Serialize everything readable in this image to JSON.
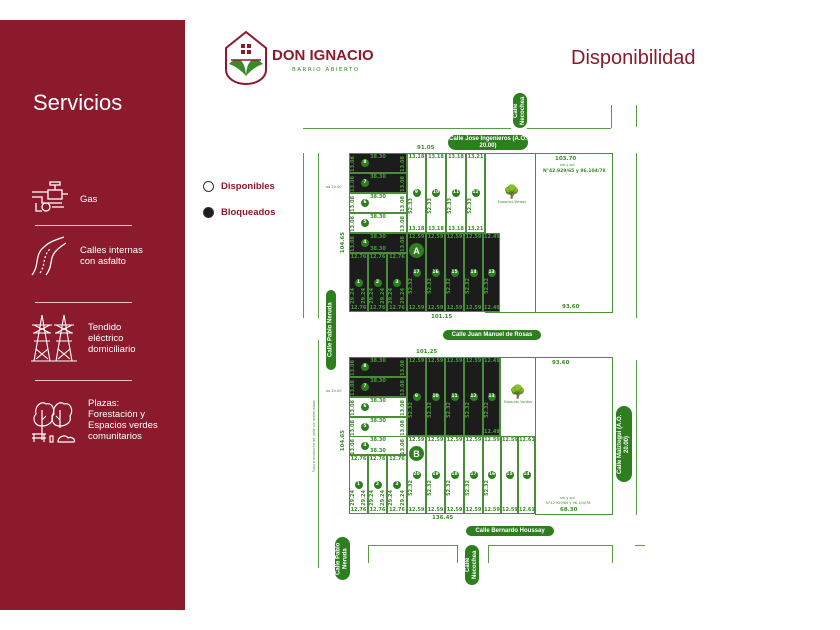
{
  "sidebar": {
    "title": "Servicios",
    "services": [
      {
        "icon": "gas-pipe-icon",
        "label": "Gas"
      },
      {
        "icon": "road-icon",
        "label": "Calles internas con asfalto"
      },
      {
        "icon": "power-tower-icon",
        "label": "Tendido eléctrico domiciliario"
      },
      {
        "icon": "trees-icon",
        "label": "Plazas: Forestación y Espacios verdes comunitarios"
      }
    ]
  },
  "brand": {
    "name": "DON IGNACIO",
    "subtitle": "BARRIO ABIERTO"
  },
  "header": {
    "title": "Disponibilidad"
  },
  "legend": {
    "available": "Disponibles",
    "blocked": "Bloqueados"
  },
  "colors": {
    "brand": "#8b1a2c",
    "green": "#2d7f1e",
    "blocked": "#1c1c1c"
  },
  "streets": {
    "jose_ingenieros": "Calle Jose Ingenieros (A.O. 20.00)",
    "necochea_top": "Calle Necochea",
    "pablo_neruda": "Calle Pablo Neruda",
    "juan_manuel_de_rosas": "Calle Juan Manuel de Rosas",
    "maiztegui": "Calle Maiztegui (A.O. 20.00)",
    "bernardo_houssay": "Calle Bernardo Houssay",
    "pablo_neruda_bottom": "Calle Pablo Neruda",
    "necochea_bottom": "Calle Necochea",
    "future_street": "Futura ensanche de calle sin materializar"
  },
  "blocks": {
    "A": {
      "letter": "A",
      "dims": {
        "top": "91.05",
        "bottom": "101.15",
        "left": "104.65",
        "parcel_top": "103.70",
        "parcel_sub": "sm y spl",
        "parcel_ref": "N°42.929/65 y 96.104/78",
        "parcel_bottom": "93.60",
        "ao": "ao 20.00"
      },
      "green_space": "Espacios Verdes",
      "lots": [
        {
          "n": "8",
          "status": "bloqueado",
          "top": "38.30",
          "side": "13.08"
        },
        {
          "n": "7",
          "status": "bloqueado",
          "top": "38.30",
          "side": "13.08"
        },
        {
          "n": "6",
          "status": "disponible",
          "top": "38.30",
          "side": "13.08"
        },
        {
          "n": "5",
          "status": "disponible",
          "top": "38.30",
          "side": "13.08"
        },
        {
          "n": "4",
          "status": "bloqueado",
          "top": "38.30",
          "bottom": "38.30",
          "side": "13.08"
        },
        {
          "n": "1",
          "status": "bloqueado",
          "top": "12.76",
          "bottom": "12.76",
          "side": "29.24"
        },
        {
          "n": "2",
          "status": "bloqueado",
          "top": "12.76",
          "bottom": "12.76",
          "side": "29.24"
        },
        {
          "n": "3",
          "status": "bloqueado",
          "top": "12.76",
          "bottom": "12.76",
          "side": "29.24"
        },
        {
          "n": "9",
          "status": "disponible",
          "top": "13.18",
          "bottom": "13.18",
          "side": "52.33"
        },
        {
          "n": "10",
          "status": "disponible",
          "top": "13.18",
          "bottom": "13.18",
          "side": "52.33"
        },
        {
          "n": "11",
          "status": "disponible",
          "top": "13.18",
          "bottom": "13.18",
          "side": "52.33"
        },
        {
          "n": "12",
          "status": "disponible",
          "top": "13.21",
          "bottom": "13.21",
          "side": "52.33"
        },
        {
          "n": "17",
          "status": "bloqueado",
          "top": "12.59",
          "bottom": "12.59",
          "side": "52.32"
        },
        {
          "n": "16",
          "status": "bloqueado",
          "top": "12.59",
          "bottom": "12.59",
          "side": "52.32"
        },
        {
          "n": "15",
          "status": "bloqueado",
          "top": "12.59",
          "bottom": "12.59",
          "side": "52.32"
        },
        {
          "n": "14",
          "status": "bloqueado",
          "top": "12.59",
          "bottom": "12.59",
          "side": "52.32"
        },
        {
          "n": "13",
          "status": "bloqueado",
          "top": "12.49",
          "bottom": "12.49",
          "side": "52.32"
        }
      ]
    },
    "B": {
      "letter": "B",
      "dims": {
        "top": "101.25",
        "bottom": "136.45",
        "left": "104.65",
        "parcel_top": "93.60",
        "parcel_sub": "sm y spl",
        "parcel_ref": "N°42.929/65 y 96.104/78",
        "parcel_bottom": "68.30",
        "ao": "ao 20.00"
      },
      "green_space": "Espacios Verdes",
      "lots": [
        {
          "n": "8",
          "status": "bloqueado",
          "top": "38.30",
          "side": "13.08"
        },
        {
          "n": "7",
          "status": "bloqueado",
          "top": "38.30",
          "side": "13.08"
        },
        {
          "n": "6",
          "status": "disponible",
          "top": "38.30",
          "side": "13.08"
        },
        {
          "n": "5",
          "status": "disponible",
          "top": "38.30",
          "side": "13.08"
        },
        {
          "n": "4",
          "status": "disponible",
          "top": "38.30",
          "bottom": "38.30",
          "side": "13.08"
        },
        {
          "n": "1",
          "status": "disponible",
          "top": "12.76",
          "bottom": "12.76",
          "side": "29.24"
        },
        {
          "n": "2",
          "status": "disponible",
          "top": "12.76",
          "bottom": "12.76",
          "side": "29.24"
        },
        {
          "n": "3",
          "status": "disponible",
          "top": "12.76",
          "bottom": "12.76",
          "side": "29.24"
        },
        {
          "n": "9",
          "status": "bloqueado",
          "top": "12.59",
          "side": "52.32"
        },
        {
          "n": "10",
          "status": "bloqueado",
          "top": "12.59",
          "side": "52.32"
        },
        {
          "n": "11",
          "status": "bloqueado",
          "top": "12.59",
          "side": "52.32"
        },
        {
          "n": "12",
          "status": "bloqueado",
          "top": "12.59",
          "side": "52.32"
        },
        {
          "n": "13",
          "status": "bloqueado",
          "top": "12.49",
          "bottom": "12.49",
          "side": "52.32"
        },
        {
          "n": "20",
          "status": "disponible",
          "top": "12.59",
          "bottom": "12.59",
          "side": "52.32"
        },
        {
          "n": "19",
          "status": "disponible",
          "top": "12.59",
          "bottom": "12.59",
          "side": "52.32"
        },
        {
          "n": "18",
          "status": "disponible",
          "top": "12.59",
          "bottom": "12.59",
          "side": "52.32"
        },
        {
          "n": "17",
          "status": "disponible",
          "top": "12.59",
          "bottom": "12.59",
          "side": "52.32"
        },
        {
          "n": "16",
          "status": "disponible",
          "top": "12.59",
          "bottom": "12.59",
          "side": "52.32"
        },
        {
          "n": "15",
          "status": "disponible",
          "top": "12.59",
          "bottom": "12.59"
        },
        {
          "n": "14",
          "status": "disponible",
          "top": "12.61",
          "bottom": "12.61"
        }
      ]
    }
  }
}
